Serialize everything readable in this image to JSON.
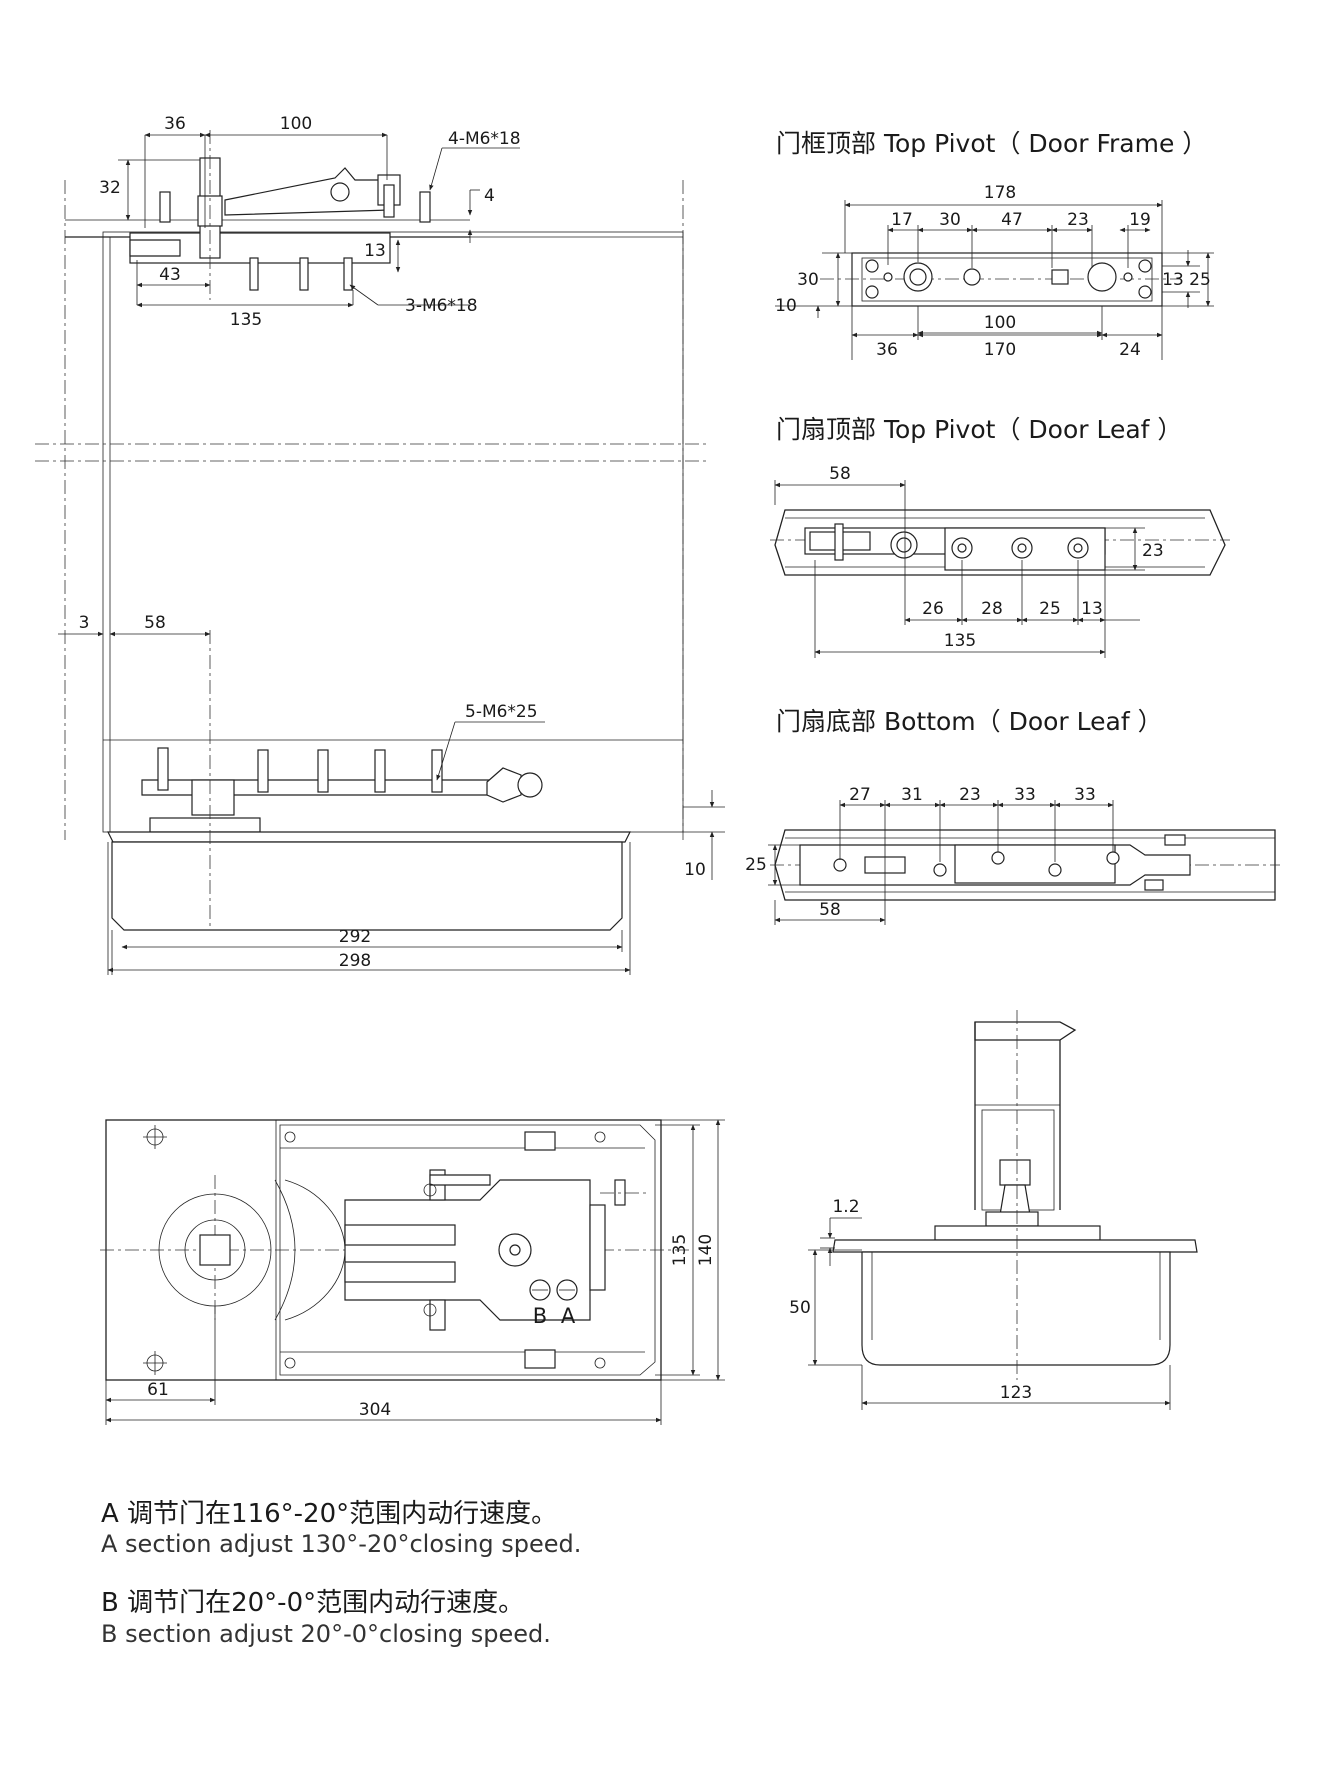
{
  "section_titles": {
    "frame_top": "门框顶部 Top Pivot（ Door Frame ）",
    "leaf_top": "门扇顶部 Top Pivot（ Door Leaf ）",
    "leaf_bottom": "门扇底部 Bottom（ Door Leaf ）"
  },
  "callouts": {
    "top_screws": "4-M6*18",
    "leaf_screws": "3-M6*18",
    "bottom_screws": "5-M6*25"
  },
  "elevation_dims": {
    "d36": "36",
    "d100": "100",
    "d32": "32",
    "d4": "4",
    "d13": "13",
    "d43": "43",
    "d135": "135",
    "d3": "3",
    "d58": "58",
    "d10": "10",
    "d292": "292",
    "d298": "298"
  },
  "frame_top_dims": {
    "d178": "178",
    "d17": "17",
    "d30a": "30",
    "d47": "47",
    "d23": "23",
    "d19": "19",
    "d30": "30",
    "d10": "10",
    "d13": "13",
    "d25": "25",
    "d100": "100",
    "d36": "36",
    "d170": "170",
    "d24": "24"
  },
  "leaf_top_dims": {
    "d58": "58",
    "d23": "23",
    "d26": "26",
    "d28": "28",
    "d25": "25",
    "d13": "13",
    "d135": "135"
  },
  "leaf_bottom_dims": {
    "d27": "27",
    "d31": "31",
    "d23": "23",
    "d33a": "33",
    "d33b": "33",
    "d25": "25",
    "d58": "58"
  },
  "plan_dims": {
    "d61": "61",
    "d304": "304",
    "d135": "135",
    "d140": "140"
  },
  "plan_valves": {
    "b": "B",
    "a": "A"
  },
  "side_dims": {
    "d1_2": "1.2",
    "d50": "50",
    "d123": "123"
  },
  "notes": {
    "a_cn": "A 调节门在116°-20°范围内动行速度。",
    "a_en": "A section adjust 130°-20°closing speed.",
    "b_cn": "B 调节门在20°-0°范围内动行速度。",
    "b_en": "B section adjust 20°-0°closing speed."
  }
}
